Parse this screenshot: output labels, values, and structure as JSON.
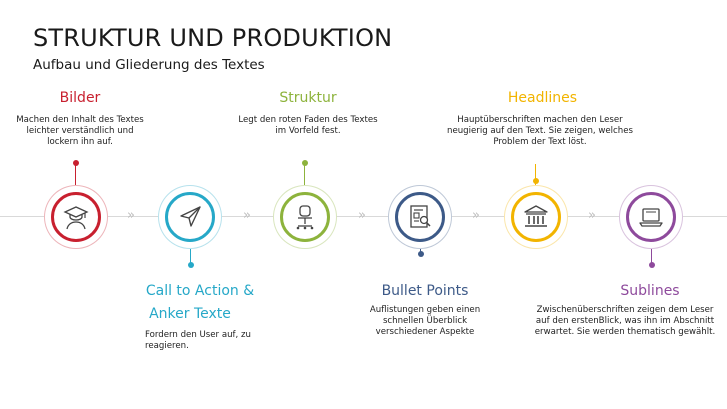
{
  "title": "STRUKTUR UND PRODUKTION",
  "subtitle": "Aufbau und Gliederung des Textes",
  "steps": [
    {
      "heading": "Bilder",
      "text": "Machen den Inhalt des Textes leichter verständlich und lockern ihn auf.",
      "color": "#c8202f",
      "icon": "graduate-icon"
    },
    {
      "heading": "Call to Action &",
      "heading2": "Anker Texte",
      "text": "Fordern den User auf, zu reagieren.",
      "color": "#26a8c8",
      "icon": "send-icon"
    },
    {
      "heading": "Struktur",
      "text": "Legt den roten Faden des Textes im Vorfeld fest.",
      "color": "#8db33c",
      "icon": "chair-icon"
    },
    {
      "heading": "Bullet Points",
      "text": "Auflistungen geben einen schnellen Überblick verschiedener Aspekte",
      "color": "#3d5a88",
      "icon": "document-search-icon"
    },
    {
      "heading": "Headlines",
      "text": "Hauptüberschriften machen den Leser neugierig auf den Text. Sie zeigen, welches Problem der Text löst.",
      "color": "#f2b400",
      "icon": "bank-icon"
    },
    {
      "heading": "Sublines",
      "text": "Zwischenüberschriften zeigen dem Leser auf den erstenBlick, was ihn im Abschnitt erwartet. Sie werden thematisch gewählt.",
      "color": "#8e4a9c",
      "icon": "laptop-icon"
    }
  ],
  "connector_glyph": "»"
}
